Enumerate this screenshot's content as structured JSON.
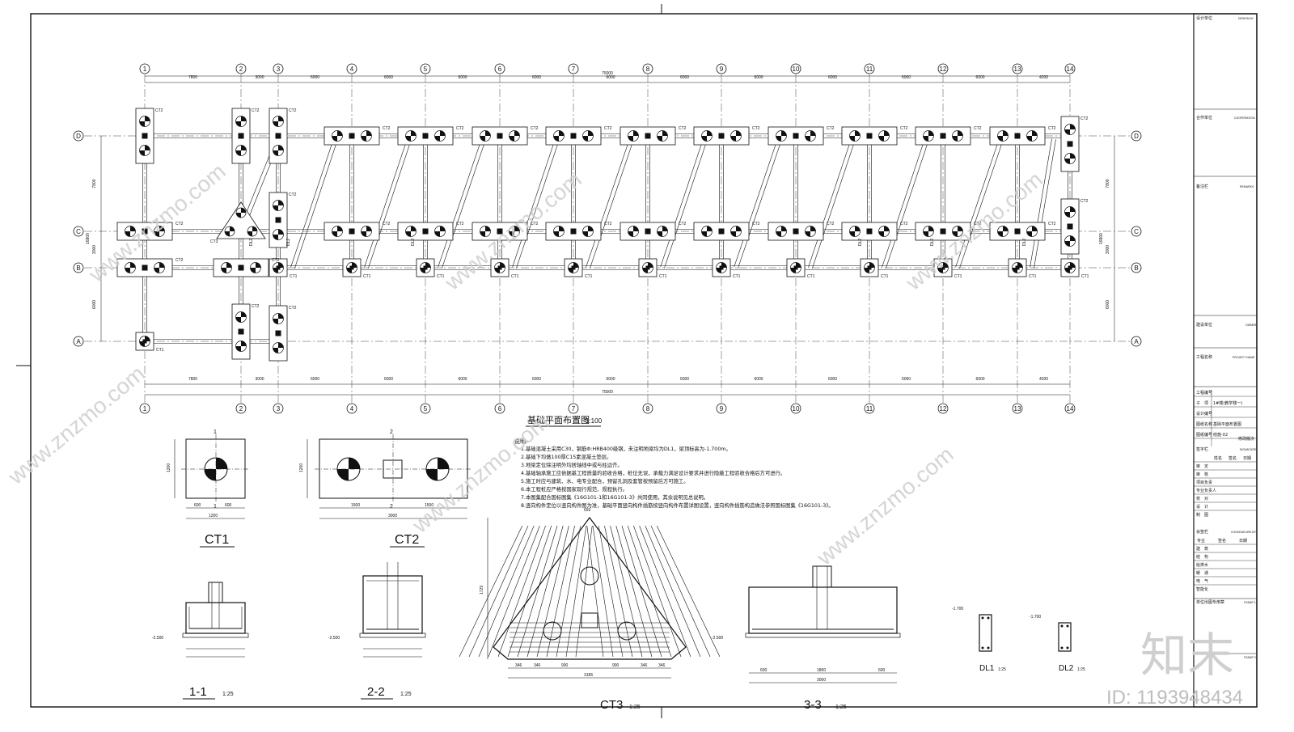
{
  "axes": {
    "columns": [
      "1",
      "2",
      "3",
      "4",
      "5",
      "6",
      "7",
      "8",
      "9",
      "10",
      "11",
      "12",
      "13",
      "14"
    ],
    "rows": [
      "D",
      "C",
      "B",
      "A"
    ]
  },
  "dimensions": {
    "total": "75000",
    "bays": [
      "7800",
      "3000",
      "6000",
      "6000",
      "6000",
      "6000",
      "6000",
      "6000",
      "6000",
      "6000",
      "6000",
      "6000",
      "4200"
    ],
    "left_total": "16800",
    "left_spans": [
      "7800",
      "3000",
      "6000"
    ]
  },
  "plan": {
    "title": "基础平面布置图",
    "scale": "1:100"
  },
  "foundations": {
    "ct1": "CT1",
    "ct2": "CT2",
    "ct3": "CT3",
    "dl2": "DL2"
  },
  "notes": {
    "heading": "说明:",
    "items": [
      "1.基础混凝土采用C30，钢筋Φ:HRB400级钢，未注明地梁均为DL1，梁顶标高为-1.700m。",
      "2.基础下均做100厚C15素混凝土垫层。",
      "3.地梁定位除注明外均居轴线中或与柱边齐。",
      "4.基础轴承施工应依据基工程质量的验收合格，桩位无误，承载力满足设计要求并进行隐蔽工程验收合格后方可进行。",
      "5.施工时应与建筑、水、电专业配合，预留孔洞及套管按预留后方可施工。",
      "6.本工程桩应严格按国家现行规范、规程执行。",
      "7.本图集配合国标图集《16G101-1和16G101-3》共同使用，其余说明见总说明。",
      "8.竖向构件定位以竖向构件图为准，基础平面竖向构件插筋按竖向构件布置详图设置，竖向构件插筋构造做法参照国标图集《16G101-3》。"
    ]
  },
  "details": {
    "ct1": {
      "title": "CT1",
      "dims": [
        "1200",
        "600",
        "600",
        "1200"
      ],
      "cut": "1"
    },
    "ct2": {
      "title": "CT2",
      "dims": [
        "1200",
        "1500",
        "1500",
        "3000"
      ],
      "cut": "2"
    },
    "ct3": {
      "title": "CT3",
      "scale": "1:25",
      "dims": [
        "346",
        "346",
        "900",
        "900",
        "346",
        "346",
        "3186",
        "693",
        "1729"
      ]
    },
    "s11": {
      "title": "1-1",
      "scale": "1:25",
      "elev": "-2.500"
    },
    "s22": {
      "title": "2-2",
      "scale": "1:25",
      "elev": "-2.500"
    },
    "s33": {
      "title": "3-3",
      "scale": "1:25",
      "elev": "-2.500",
      "dims": [
        "600",
        "1800",
        "600",
        "3000"
      ]
    },
    "dl1": {
      "title": "DL1",
      "scale": "1:25",
      "elev": "-1.700"
    },
    "dl2": {
      "title": "DL2",
      "scale": "1:25",
      "elev": "-1.700"
    }
  },
  "title_block": {
    "rows": [
      {
        "cn": "设计单位",
        "en": "DESIGN BY"
      },
      {
        "cn": "合作单位",
        "en": "COOPERATION"
      },
      {
        "cn": "备注栏",
        "en": "REMARKS"
      },
      {
        "cn": "建设单位",
        "en": "OWNER"
      },
      {
        "cn": "工程名称",
        "en": "PROJECT NAME"
      }
    ],
    "project_fields": [
      {
        "k": "工程编号",
        "v": ""
      },
      {
        "k": "子　项",
        "v": "1#楼(教学楼一)"
      },
      {
        "k": "设计编号",
        "v": ""
      },
      {
        "k": "图纸名称",
        "v": "基础平面布置图"
      },
      {
        "k": "图纸编号",
        "v": "结施-02"
      }
    ],
    "revision": "修改版次",
    "sign_header": "签字栏",
    "sign_en": "SIGNATURE",
    "sign_cols": [
      "姓名",
      "签名",
      "日期"
    ],
    "sign_rows": [
      "审　定",
      "审　核",
      "项目负责",
      "专业负责人",
      "校　对",
      "设　计",
      "制　图"
    ],
    "cosign_header": "会签栏",
    "cosign_en": "COSIGNATURE BY",
    "cosign_cols": [
      "专业",
      "签名",
      "日期"
    ],
    "cosign_rows": [
      "建　筑",
      "结　构",
      "给排水",
      "暖　通",
      "电　气",
      "智能化"
    ],
    "stamp1": "单位出图专用章",
    "stamp1_en": "STAMP 1",
    "stamp2_en": "STAMP 2"
  },
  "watermark": {
    "logo": "知末",
    "id": "ID: 1193948434",
    "url": "www.znzmo.com"
  }
}
